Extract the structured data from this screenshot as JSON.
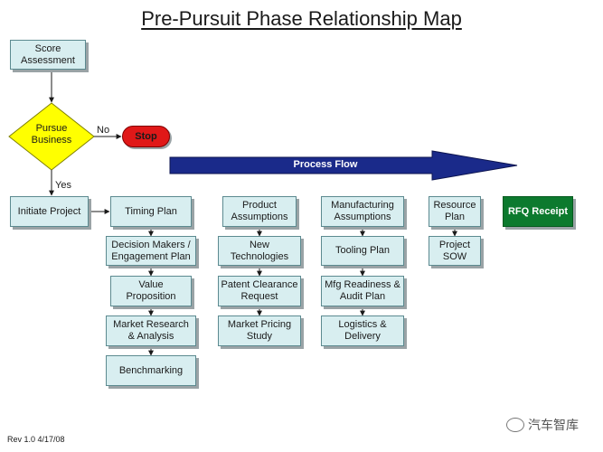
{
  "title": "Pre-Pursuit Phase Relationship Map",
  "decision": {
    "label": "Pursue Business",
    "no_label": "No",
    "yes_label": "Yes"
  },
  "stop": "Stop",
  "process_flow": "Process Flow",
  "nodes": {
    "score": "Score Assessment",
    "initiate": "Initiate Project",
    "timing": "Timing Plan",
    "decision_makers": "Decision Makers / Engagement Plan",
    "value": "Value Proposition",
    "market_research": "Market Research & Analysis",
    "benchmarking": "Benchmarking",
    "product_assumptions": "Product Assumptions",
    "new_tech": "New Technologies",
    "patent": "Patent Clearance Request",
    "pricing": "Market Pricing Study",
    "mfg_assumptions": "Manufacturing Assumptions",
    "tooling": "Tooling Plan",
    "mfg_readiness": "Mfg Readiness & Audit Plan",
    "logistics": "Logistics & Delivery",
    "resource": "Resource Plan",
    "sow": "Project SOW",
    "rfq": "RFQ Receipt"
  },
  "footer": "Rev 1.0 4/17/08",
  "watermark": "汽车智库",
  "colors": {
    "box_fill": "#d8eef0",
    "decision_fill": "#ffff00",
    "stop_fill": "#e01818",
    "flow_arrow": "#1a2a8a",
    "rfq_fill": "#0c7a2e"
  }
}
